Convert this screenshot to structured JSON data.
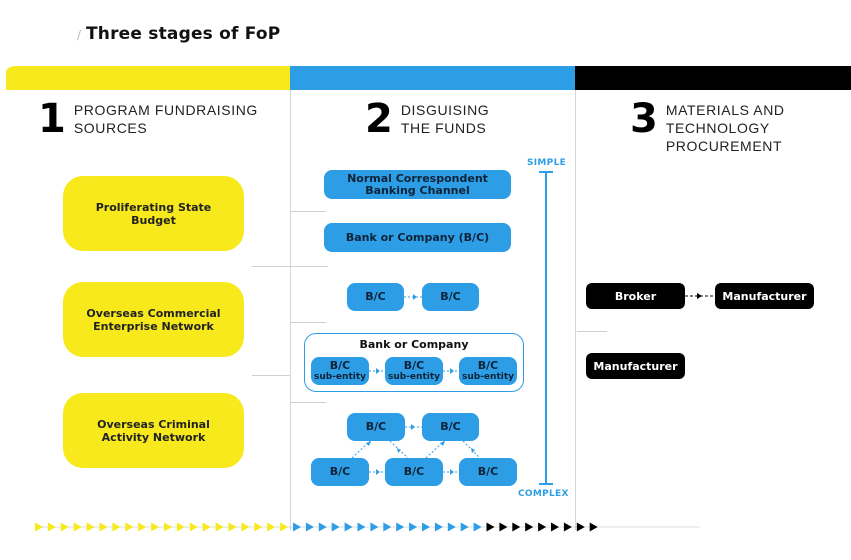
{
  "title": "Three stages of FoP",
  "colors": {
    "stage1": "#f7e91b",
    "stage2": "#2d9ee5",
    "stage3": "#000000",
    "divider": "#d6d6d6"
  },
  "stages": [
    {
      "number": "1",
      "label_line1": "PROGRAM FUNDRAISING",
      "label_line2": "SOURCES",
      "label_line3": ""
    },
    {
      "number": "2",
      "label_line1": "DISGUISING",
      "label_line2": "THE FUNDS",
      "label_line3": ""
    },
    {
      "number": "3",
      "label_line1": "MATERIALS AND",
      "label_line2": "TECHNOLOGY",
      "label_line3": "PROCUREMENT"
    }
  ],
  "sources": [
    {
      "line1": "Proliferating State",
      "line2": "Budget"
    },
    {
      "line1": "Overseas Commercial",
      "line2": "Enterprise Network"
    },
    {
      "line1": "Overseas Criminal",
      "line2": "Activity Network"
    }
  ],
  "disguise": {
    "normal_channel": {
      "line1": "Normal Correspondent",
      "line2": "Banking Channel"
    },
    "single_bc": "Bank or Company (B/C)",
    "bc_label": "B/C",
    "nested_label": "Bank or Company",
    "sub_entity_label": "sub-entity",
    "scale_top": "SIMPLE",
    "scale_bottom": "COMPLEX"
  },
  "procurement": {
    "broker": "Broker",
    "manufacturer": "Manufacturer",
    "manufacturer_direct": "Manufacturer"
  },
  "bottom_arrows": {
    "stage1_count": 20,
    "stage2_count": 15,
    "stage3_count": 9
  }
}
